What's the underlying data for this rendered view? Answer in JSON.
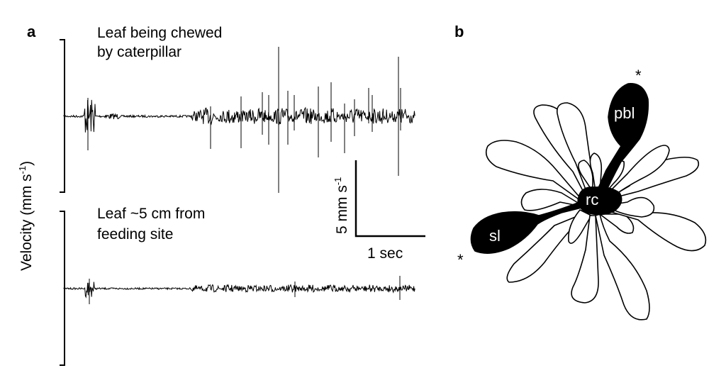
{
  "figure": {
    "panel_a": {
      "label": "a",
      "y_axis_label_main": "Velocity (mm s",
      "y_axis_label_sup": "-1",
      "y_axis_label_close": ")",
      "trace_top_label": [
        "Leaf being chewed",
        "by caterpillar"
      ],
      "trace_bottom_label": [
        "Leaf ~5 cm from",
        "feeding site"
      ],
      "scale_bar": {
        "vertical_label_main": "5 mm s",
        "vertical_label_sup": "-1",
        "horizontal_label": "1 sec",
        "vertical_value_mm_s": 5,
        "horizontal_value_s": 1
      }
    },
    "panel_b": {
      "label": "b",
      "labels": {
        "primary_bolting_leaf": "pbl",
        "rosette_center": "rc",
        "stimulated_leaf": "sl"
      },
      "asterisk": "*"
    }
  },
  "colors": {
    "ink": "#000000",
    "background": "#ffffff"
  }
}
